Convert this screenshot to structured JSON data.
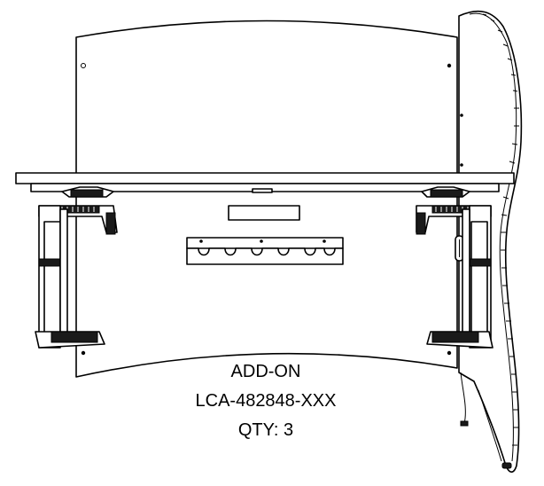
{
  "caption": {
    "line1": "ADD-ON",
    "line2": "LCA-482848-XXX",
    "line3": "QTY: 3"
  }
}
